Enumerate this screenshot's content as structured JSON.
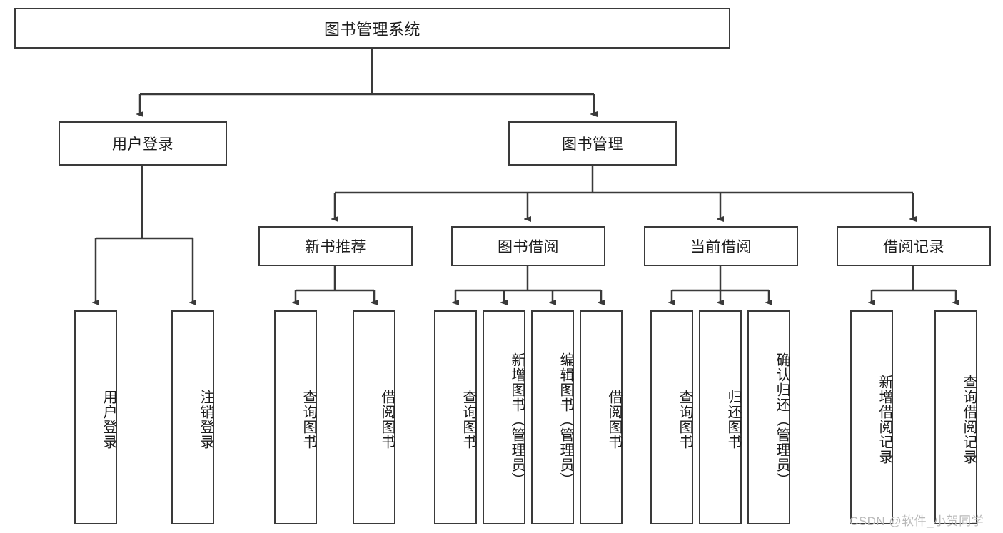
{
  "diagram": {
    "title": "图书管理系统",
    "type": "hierarchy-tree",
    "root": {
      "label": "图书管理系统"
    },
    "level2": [
      {
        "label": "用户登录"
      },
      {
        "label": "图书管理"
      }
    ],
    "level3": [
      {
        "label": "新书推荐"
      },
      {
        "label": "图书借阅"
      },
      {
        "label": "当前借阅"
      },
      {
        "label": "借阅记录"
      }
    ],
    "leaves": {
      "user_login": [
        {
          "label": "用户登录"
        },
        {
          "label": "注销登录"
        }
      ],
      "new_book_recommend": [
        {
          "label": "查询图书"
        },
        {
          "label": "借阅图书"
        }
      ],
      "book_borrow": [
        {
          "label": "查询图书"
        },
        {
          "label": "新增图书（管理员）"
        },
        {
          "label": "编辑图书（管理员）"
        },
        {
          "label": "借阅图书"
        }
      ],
      "current_borrow": [
        {
          "label": "查询图书"
        },
        {
          "label": "归还图书"
        },
        {
          "label": "确认归还（管理员）"
        }
      ],
      "borrow_record": [
        {
          "label": "新增借阅记录"
        },
        {
          "label": "查询借阅记录"
        }
      ]
    }
  },
  "watermark": {
    "text": "CSDN @软件_小贺同学"
  },
  "colors": {
    "stroke": "#3a3a3a",
    "text": "#1b1b1b",
    "background": "#ffffff",
    "watermark": "#b9b9b9"
  }
}
